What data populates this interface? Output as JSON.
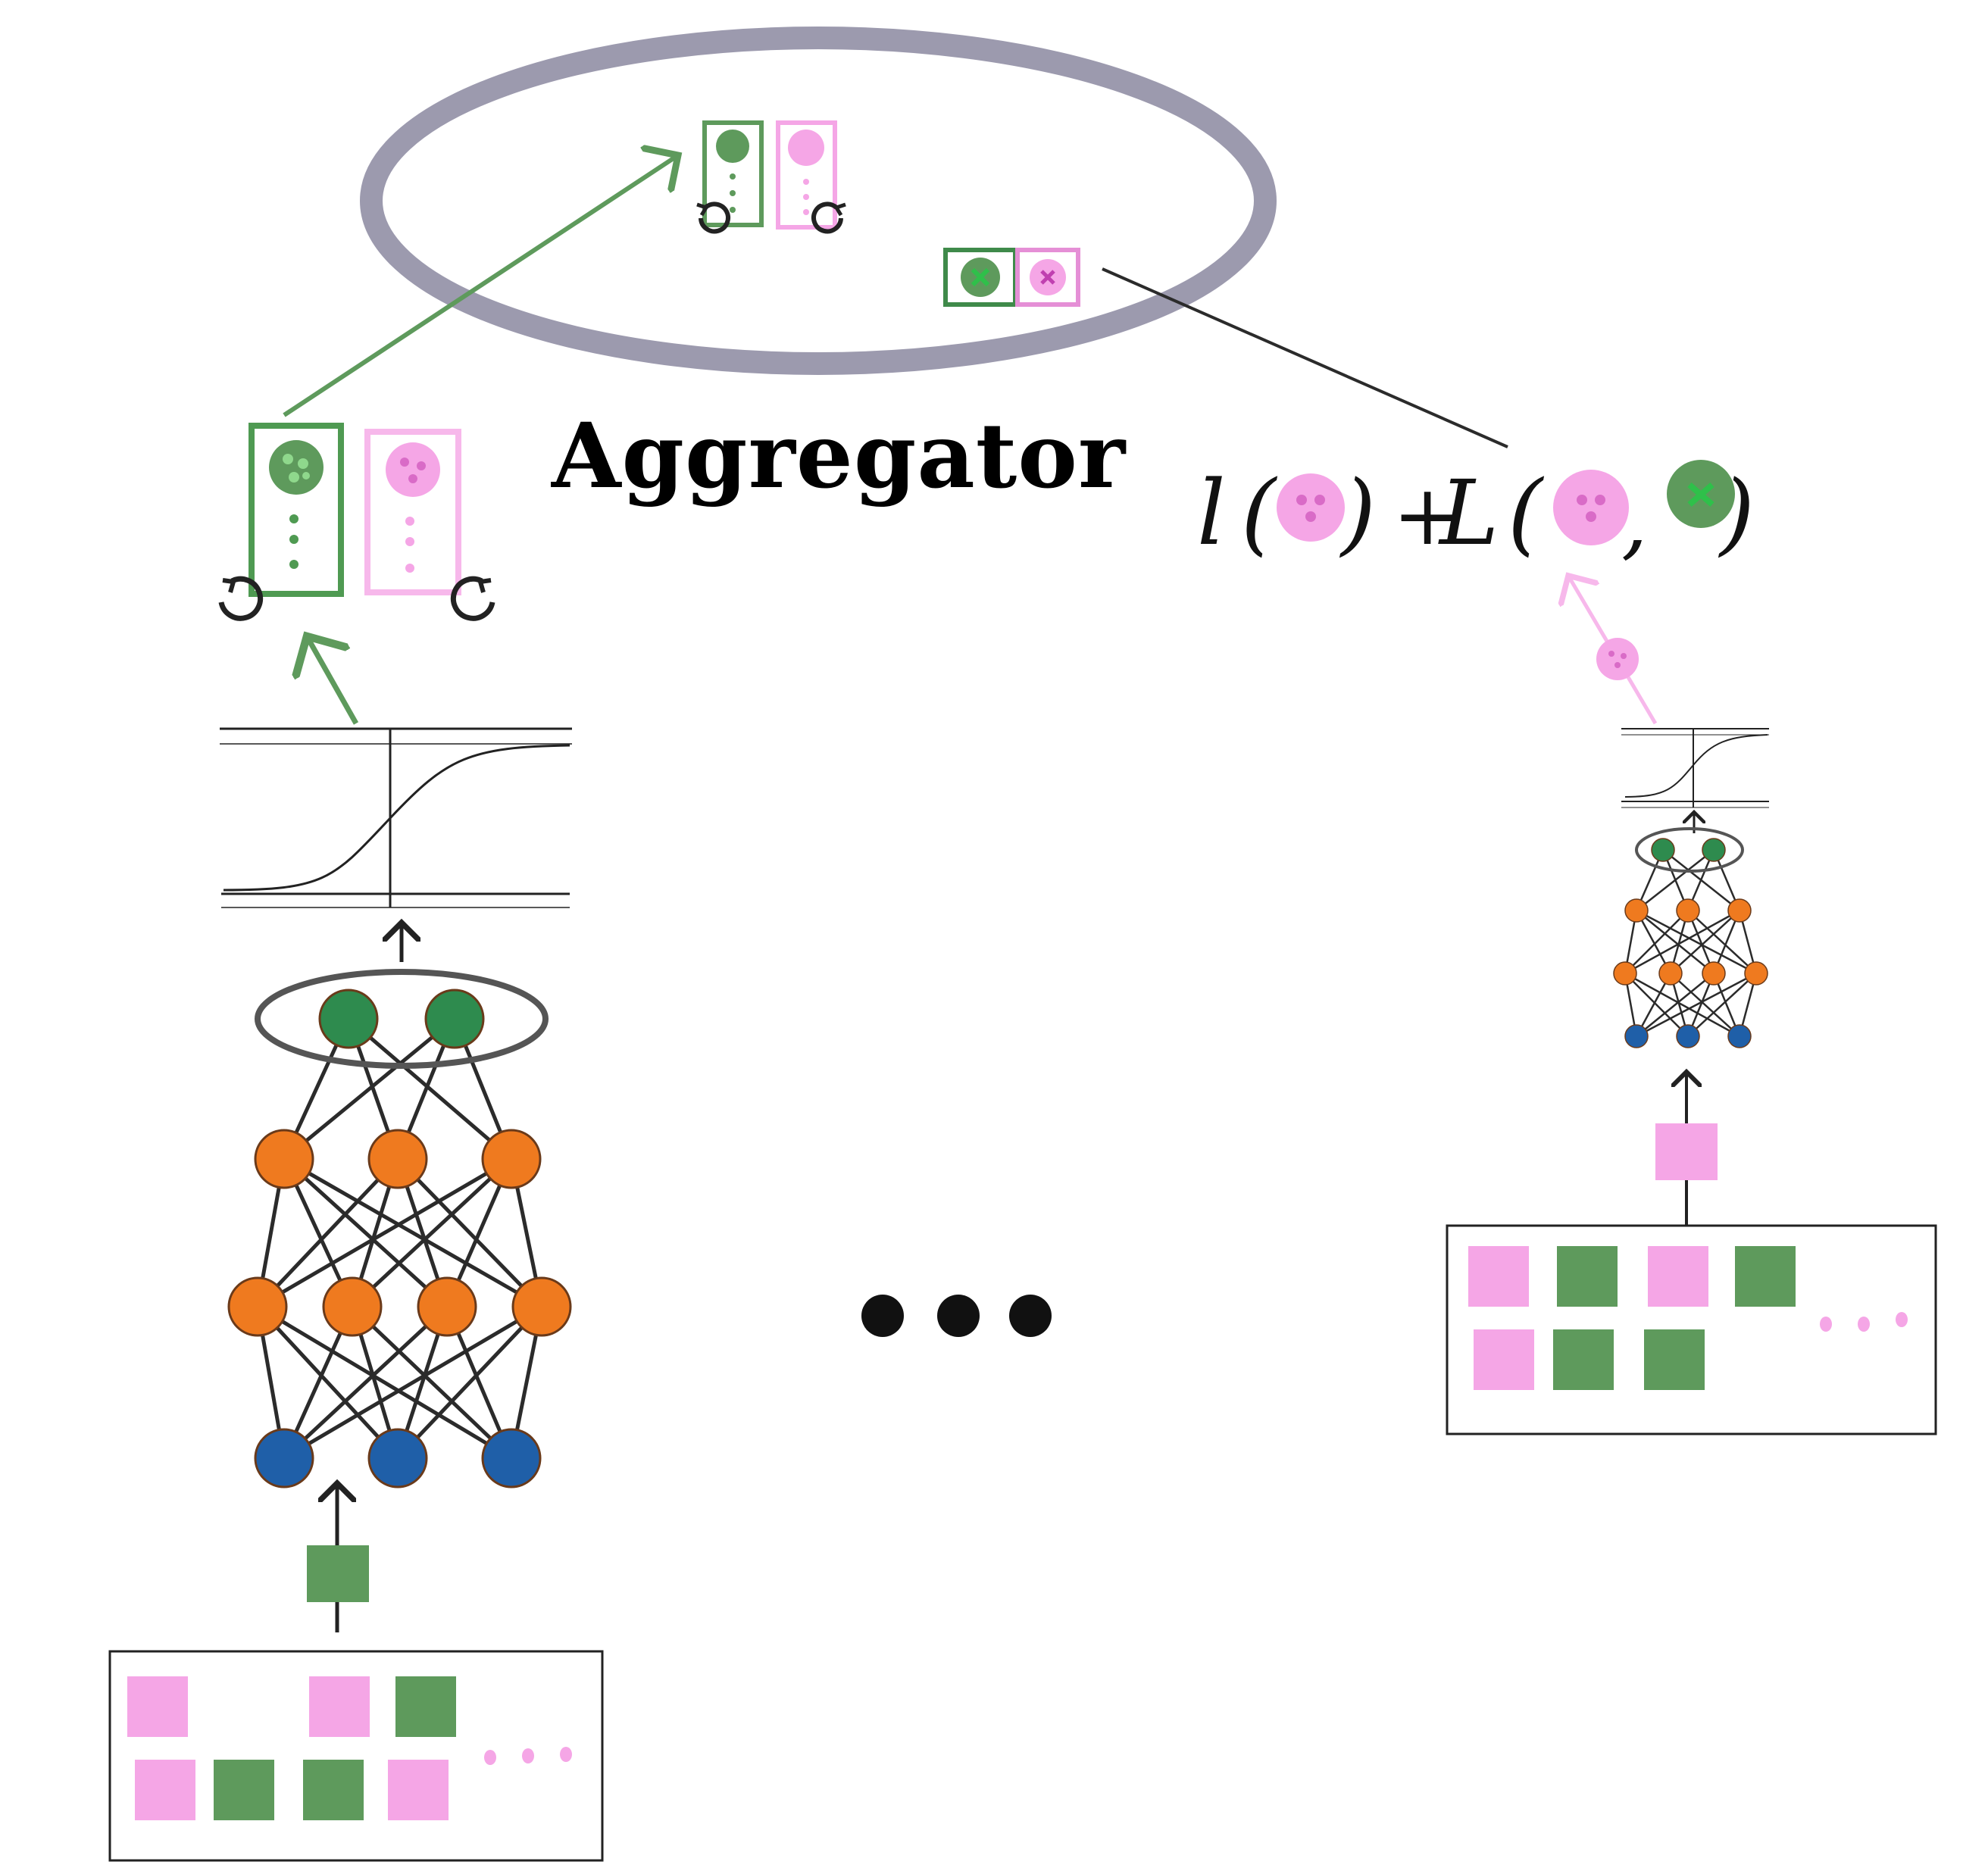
{
  "title": "Aggregator",
  "formula": {
    "small_loss": "l",
    "plus": "+",
    "big_loss": "L"
  },
  "colors": {
    "green": "#5e9a5c",
    "dark_green": "#3f8a4a",
    "pink": "#f5a6e6",
    "orange": "#ef7a1f",
    "blue": "#1f5fa8",
    "node_green": "#2e8b4e",
    "ring": "#9c9aae",
    "line": "#2b2b2b"
  },
  "left_client": {
    "network_layers": [
      2,
      3,
      4,
      3
    ],
    "data_rows": [
      [
        "pink",
        "empty",
        "pink",
        "green"
      ],
      [
        "pink",
        "green",
        "green",
        "pink"
      ]
    ]
  },
  "right_client": {
    "network_layers": [
      2,
      3,
      4,
      3
    ],
    "data_rows": [
      [
        "pink",
        "green",
        "pink",
        "green"
      ],
      [
        "pink",
        "green",
        "green"
      ]
    ]
  }
}
